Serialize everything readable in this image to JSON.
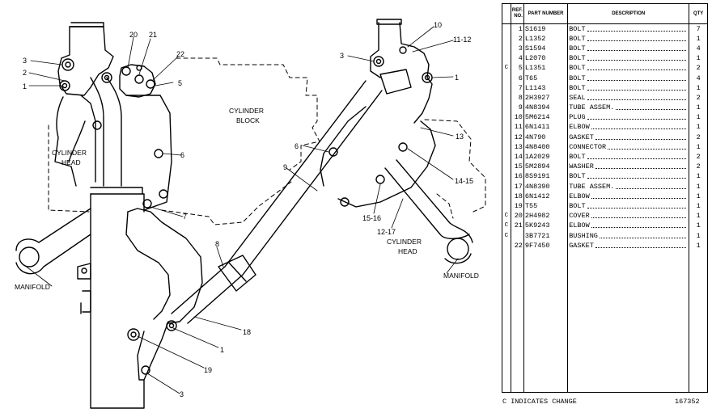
{
  "diagram": {
    "labels": {
      "manifold_left": "MANIFOLD",
      "manifold_right": "MANIFOLD",
      "cyl_head_left_1": "CYLINDER",
      "cyl_head_left_2": "HEAD",
      "cyl_block_1": "CYLINDER",
      "cyl_block_2": "BLOCK",
      "cyl_head_right_1": "CYLINDER",
      "cyl_head_right_2": "HEAD"
    },
    "callouts": {
      "c3a": "3",
      "c2": "2",
      "c1a": "1",
      "c20": "20",
      "c21": "21",
      "c22": "22",
      "c5": "5",
      "c6a": "6",
      "c7": "7",
      "c8": "8",
      "c18": "18",
      "c1b": "1",
      "c19": "19",
      "c3b": "3",
      "c10": "10",
      "c11_12": "11-12",
      "c3c": "3",
      "c1c": "1",
      "c13": "13",
      "c6b": "6",
      "c9": "9",
      "c14_15": "14-15",
      "c15_16": "15-16",
      "c12_17": "12-17"
    }
  },
  "table": {
    "headers": {
      "ref": "REF. NO.",
      "part": "PART NUMBER",
      "desc": "DESCRIPTION",
      "qty": "QTY"
    },
    "rows": [
      {
        "chg": "",
        "ref": "1",
        "part": "S1619",
        "desc": "BOLT",
        "qty": "7"
      },
      {
        "chg": "",
        "ref": "2",
        "part": "L1352",
        "desc": "BOLT",
        "qty": "1"
      },
      {
        "chg": "",
        "ref": "3",
        "part": "S1594",
        "desc": "BOLT",
        "qty": "4"
      },
      {
        "chg": "",
        "ref": "4",
        "part": "L2070",
        "desc": "BOLT",
        "qty": "1"
      },
      {
        "chg": "C",
        "ref": "5",
        "part": "L1351",
        "desc": "BOLT",
        "qty": "2"
      },
      {
        "chg": "",
        "ref": "6",
        "part": "T65",
        "desc": "BOLT",
        "qty": "4"
      },
      {
        "chg": "",
        "ref": "7",
        "part": "L1143",
        "desc": "BOLT",
        "qty": "1"
      },
      {
        "chg": "",
        "ref": "8",
        "part": "2H3927",
        "desc": "SEAL",
        "qty": "2"
      },
      {
        "chg": "",
        "ref": "9",
        "part": "4N8394",
        "desc": "TUBE ASSEM.",
        "qty": "1"
      },
      {
        "chg": "",
        "ref": "10",
        "part": "5M6214",
        "desc": "PLUG",
        "qty": "1"
      },
      {
        "chg": "",
        "ref": "11",
        "part": "6N1411",
        "desc": "ELBOW",
        "qty": "1"
      },
      {
        "chg": "",
        "ref": "12",
        "part": "4N790",
        "desc": "GASKET",
        "qty": "2"
      },
      {
        "chg": "",
        "ref": "13",
        "part": "4N8400",
        "desc": "CONNECTOR",
        "qty": "1"
      },
      {
        "chg": "",
        "ref": "14",
        "part": "1A2029",
        "desc": "BOLT",
        "qty": "2"
      },
      {
        "chg": "",
        "ref": "15",
        "part": "5M2894",
        "desc": "WASHER",
        "qty": "2"
      },
      {
        "chg": "",
        "ref": "16",
        "part": "8S9191",
        "desc": "BOLT",
        "qty": "1"
      },
      {
        "chg": "",
        "ref": "17",
        "part": "4N8390",
        "desc": "TUBE ASSEM.",
        "qty": "1"
      },
      {
        "chg": "",
        "ref": "18",
        "part": "6N1412",
        "desc": "ELBOW",
        "qty": "1"
      },
      {
        "chg": "",
        "ref": "19",
        "part": "T55",
        "desc": "BOLT",
        "qty": "1"
      },
      {
        "chg": "C",
        "ref": "20",
        "part": "2H4982",
        "desc": "COVER",
        "qty": "1"
      },
      {
        "chg": "C",
        "ref": "21",
        "part": "5K9243",
        "desc": "ELBOW",
        "qty": "1"
      },
      {
        "chg": "C",
        "ref": "",
        "part": "3B7721",
        "desc": "BUSHING",
        "qty": "1"
      },
      {
        "chg": "",
        "ref": "22",
        "part": "9F7450",
        "desc": "GASKET",
        "qty": "1"
      }
    ]
  },
  "footer": {
    "note": "C INDICATES CHANGE",
    "drawing_no": "167352"
  }
}
